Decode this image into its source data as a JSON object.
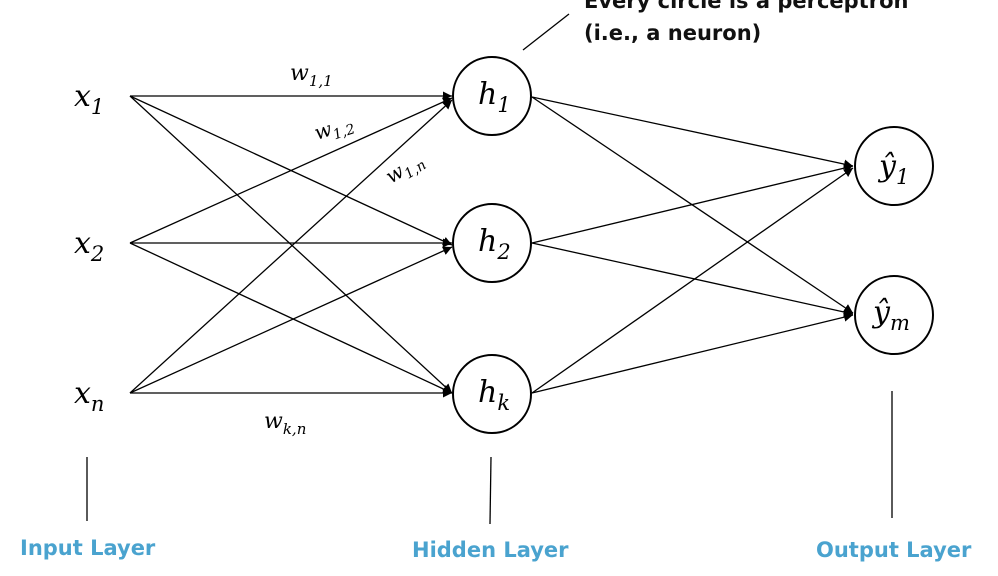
{
  "annotation": {
    "line1": "Every circle is a perceptron",
    "line2": "(i.e., a neuron)"
  },
  "inputs": [
    {
      "base": "x",
      "sub": "1"
    },
    {
      "base": "x",
      "sub": "2"
    },
    {
      "base": "x",
      "sub": "n"
    }
  ],
  "hidden": [
    {
      "base": "h",
      "sub": "1"
    },
    {
      "base": "h",
      "sub": "2"
    },
    {
      "base": "h",
      "sub": "k"
    }
  ],
  "outputs": [
    {
      "base": "ŷ",
      "sub": "1"
    },
    {
      "base": "ŷ",
      "sub": "m"
    }
  ],
  "weights": [
    {
      "base": "w",
      "sub": "1,1"
    },
    {
      "base": "w",
      "sub": "1,2"
    },
    {
      "base": "w",
      "sub": "1,n"
    },
    {
      "base": "w",
      "sub": "k,n"
    }
  ],
  "layers": {
    "input": "Input Layer",
    "hidden": "Hidden Layer",
    "output": "Output Layer"
  }
}
